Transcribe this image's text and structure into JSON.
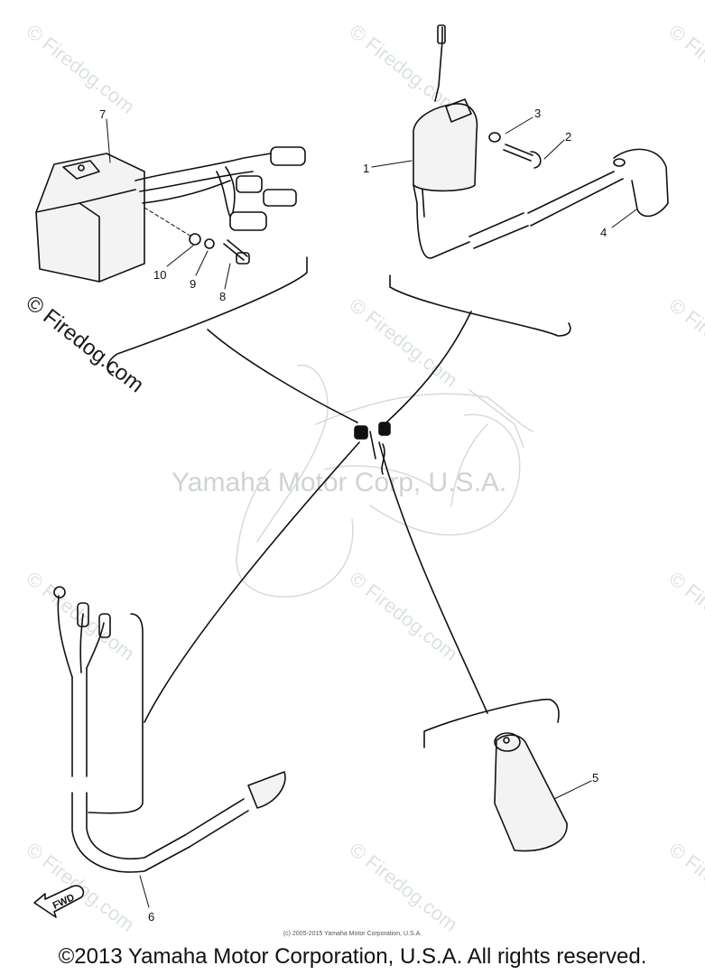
{
  "watermarks": {
    "small": "© Firedog.com",
    "large": "© Firedog.com",
    "center": "Yamaha Motor Corp, U.S.A."
  },
  "callouts": {
    "p1": "1",
    "p2": "2",
    "p3": "3",
    "p4": "4",
    "p5": "5",
    "p6": "6",
    "p7": "7",
    "p8": "8",
    "p9": "9",
    "p10": "10"
  },
  "arrow_label": "FWD",
  "fine_print": "(c) 2005-2015 Yamaha Motor Corporation, U.S.A.",
  "footer": "©2013 Yamaha Motor Corporation, U.S.A. All rights reserved."
}
